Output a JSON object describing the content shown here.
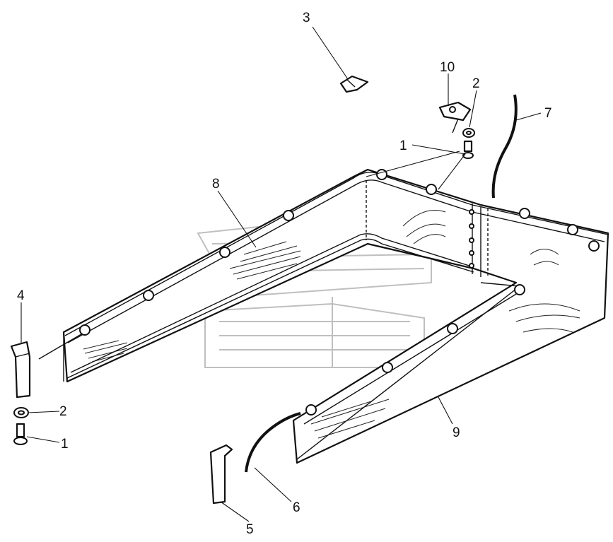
{
  "callouts": [
    {
      "id": "callout-1-top",
      "label": "1"
    },
    {
      "id": "callout-1-left",
      "label": "1"
    },
    {
      "id": "callout-2-top",
      "label": "2"
    },
    {
      "id": "callout-2-left",
      "label": "2"
    },
    {
      "id": "callout-3",
      "label": "3"
    },
    {
      "id": "callout-4",
      "label": "4"
    },
    {
      "id": "callout-5",
      "label": "5"
    },
    {
      "id": "callout-6",
      "label": "6"
    },
    {
      "id": "callout-7",
      "label": "7"
    },
    {
      "id": "callout-8",
      "label": "8"
    },
    {
      "id": "callout-9",
      "label": "9"
    },
    {
      "id": "callout-10",
      "label": "10"
    }
  ]
}
